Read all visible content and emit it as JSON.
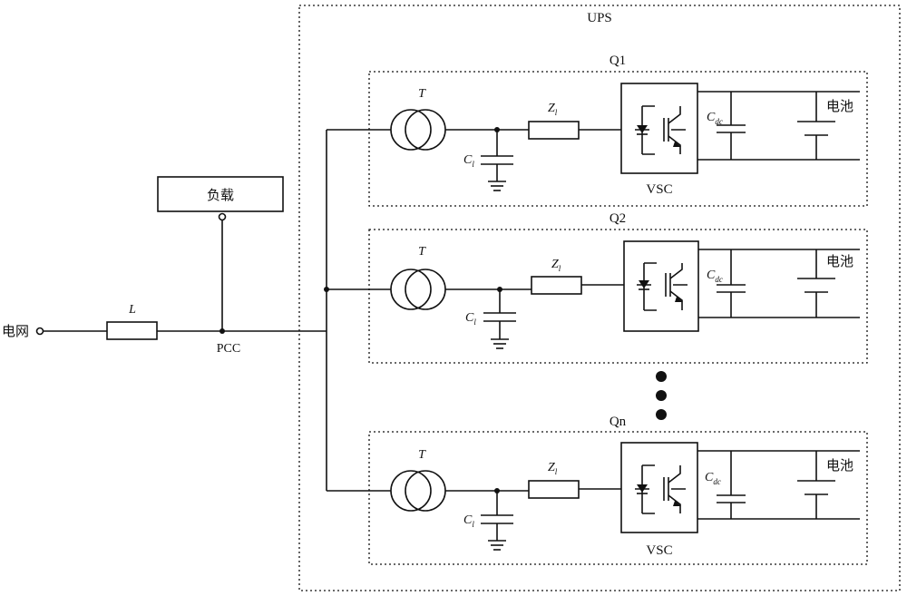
{
  "labels": {
    "ups": "UPS",
    "grid": "电网",
    "load": "负载",
    "pcc": "PCC",
    "inductor": "L"
  },
  "modules": [
    {
      "name": "Q1",
      "transformer": "T",
      "filter_cap": "C",
      "filter_cap_sub": "l",
      "impedance": "Z",
      "impedance_sub": "l",
      "dc_cap": "C",
      "dc_cap_sub": "dc",
      "battery": "电池",
      "converter": "VSC"
    },
    {
      "name": "Q2",
      "transformer": "T",
      "filter_cap": "C",
      "filter_cap_sub": "l",
      "impedance": "Z",
      "impedance_sub": "l",
      "dc_cap": "C",
      "dc_cap_sub": "dc",
      "battery": "电池",
      "converter": ""
    },
    {
      "name": "Qn",
      "transformer": "T",
      "filter_cap": "C",
      "filter_cap_sub": "l",
      "impedance": "Z",
      "impedance_sub": "l",
      "dc_cap": "C",
      "dc_cap_sub": "dc",
      "battery": "电池",
      "converter": "VSC"
    }
  ]
}
